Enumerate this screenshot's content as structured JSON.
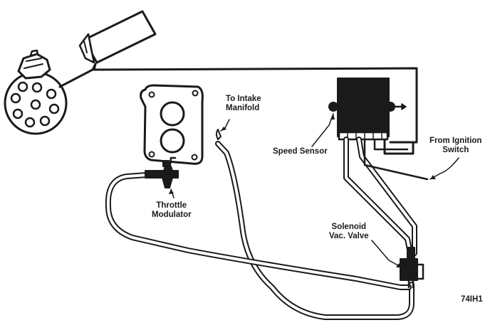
{
  "labels": {
    "to_intake_line1": "To Intake",
    "to_intake_line2": "Manifold",
    "speed_sensor": "Speed Sensor",
    "from_ignition_line1": "From Ignition",
    "from_ignition_line2": "Switch",
    "throttle_line1": "Throttle",
    "throttle_line2": "Modulator",
    "solenoid_line1": "Solenoid",
    "solenoid_line2": "Vac. Valve",
    "figure_code": "74IH1"
  },
  "colors": {
    "ink": "#1a1a1a",
    "paper": "#ffffff"
  }
}
